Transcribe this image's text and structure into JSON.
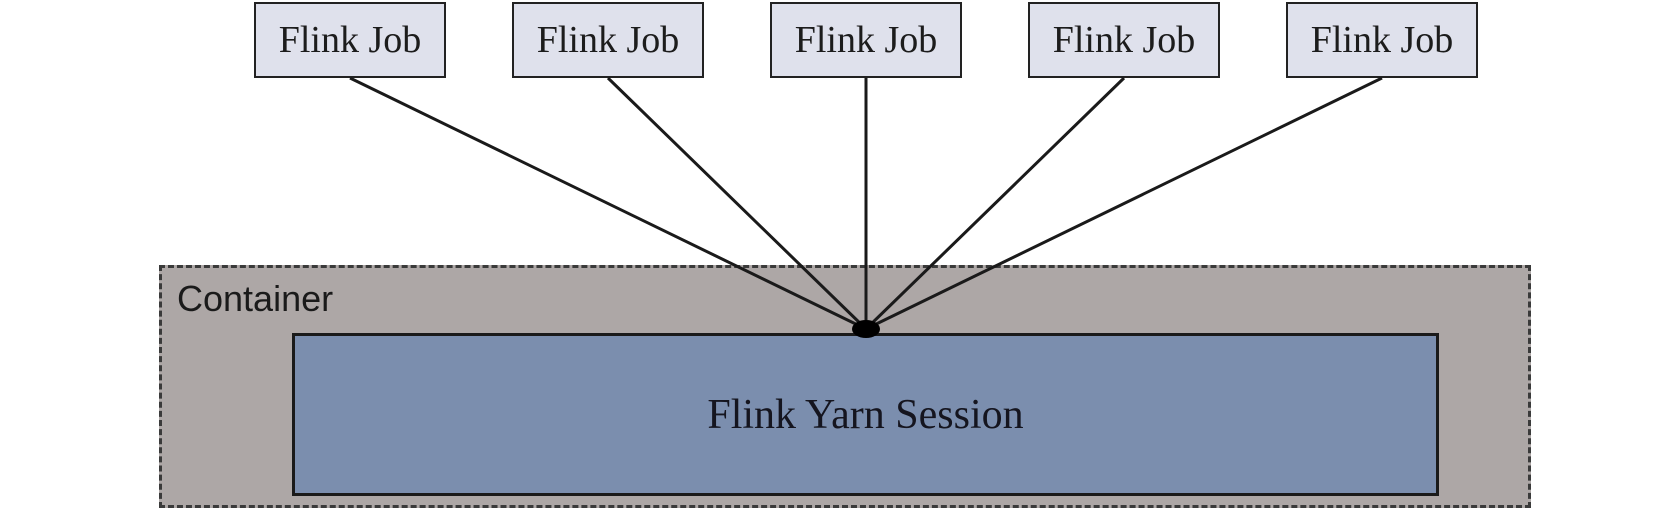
{
  "jobs": [
    {
      "label": "Flink Job"
    },
    {
      "label": "Flink Job"
    },
    {
      "label": "Flink Job"
    },
    {
      "label": "Flink Job"
    },
    {
      "label": "Flink Job"
    }
  ],
  "container": {
    "label": "Container"
  },
  "session": {
    "label": "Flink Yarn Session"
  },
  "colors": {
    "job_fill": "#dfe1ec",
    "container_fill": "#ada7a6",
    "session_fill": "#7b8eae",
    "line": "#1a1a1a"
  }
}
